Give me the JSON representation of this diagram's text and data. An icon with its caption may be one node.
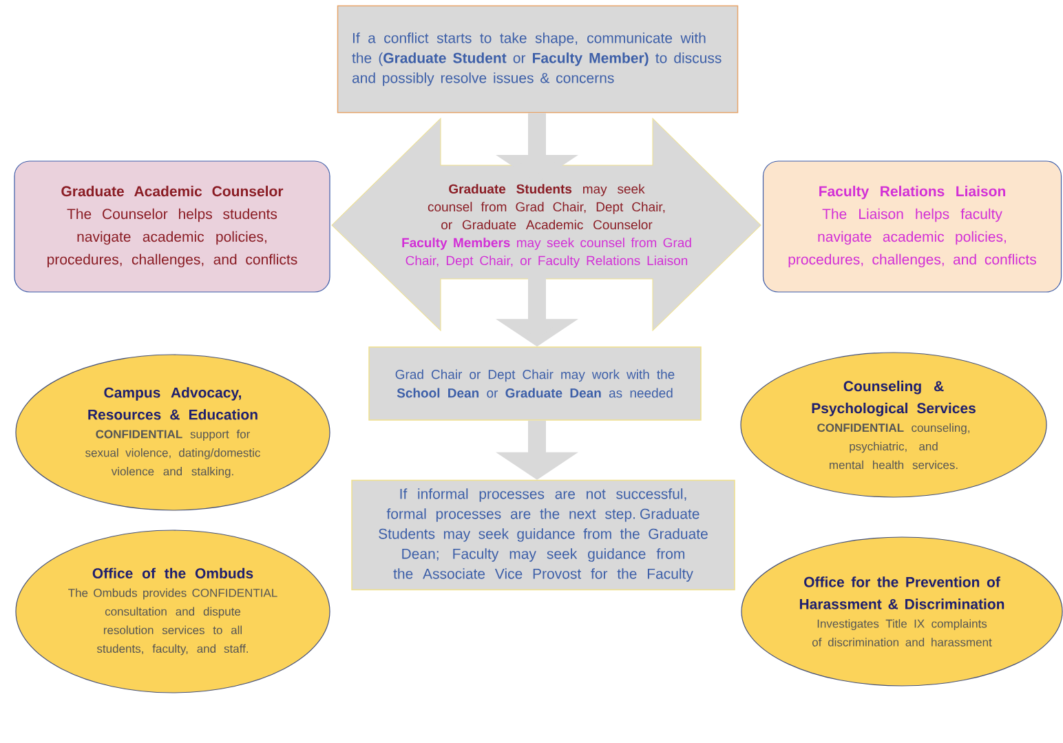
{
  "diagram": {
    "nodes": [
      {
        "text": [
          "If a conflict starts to take shape, communicate with the (**Graduate Student** or **Faculty Member)** to discuss and possibly resolve issues & concerns"
        ]
      },
      {
        "text": [
          "Graduate Academic Counselor",
          "The Counselor helps students navigate academic policies, procedures, challenges, and conflicts"
        ]
      },
      {
        "text": [
          "**Graduate Students** may seek counsel from Grad Chair, Dept Chair, or Graduate Academic Counselor",
          "**Faculty Members** may seek counsel from Grad Chair, Dept Chair, or Faculty Relations Liaison"
        ]
      },
      {
        "text": [
          "Faculty Relations Liaison",
          "The Liaison helps faculty navigate academic policies, procedures, challenges, and conflicts"
        ]
      },
      {
        "text": [
          "Campus Advocacy, Resources & Education",
          "**CONFIDENTIAL** support for sexual violence, dating/domestic violence and stalking."
        ]
      },
      {
        "text": [
          "Grad Chair or Dept Chair may work with the **School Dean** or **Graduate Dean** as needed"
        ]
      },
      {
        "text": [
          "Counseling & Psychological Services",
          "**CONFIDENTIAL** counseling, psychiatric, and mental health services."
        ]
      },
      {
        "text": [
          "If informal processes are not successful, formal processes are the next step. Graduate Students may seek guidance from the Graduate Dean; Faculty may seek guidance from the Associate Vice Provost for the Faculty"
        ]
      },
      {
        "text": [
          "Office of the Ombuds",
          "The Ombuds provides CONFIDENTIAL consultation and dispute resolution services to all students, faculty, and staff."
        ]
      },
      {
        "text": [
          "Office for the Prevention of Harassment & Discrimination",
          "Investigates Title IX complaints of discrimination and harassment"
        ]
      }
    ],
    "edges": [
      {
        "from": 0,
        "to": 2,
        "arrow": "to"
      },
      {
        "from": 2,
        "to": 5,
        "arrow": "to"
      },
      {
        "from": 5,
        "to": 7,
        "arrow": "to"
      }
    ]
  }
}
